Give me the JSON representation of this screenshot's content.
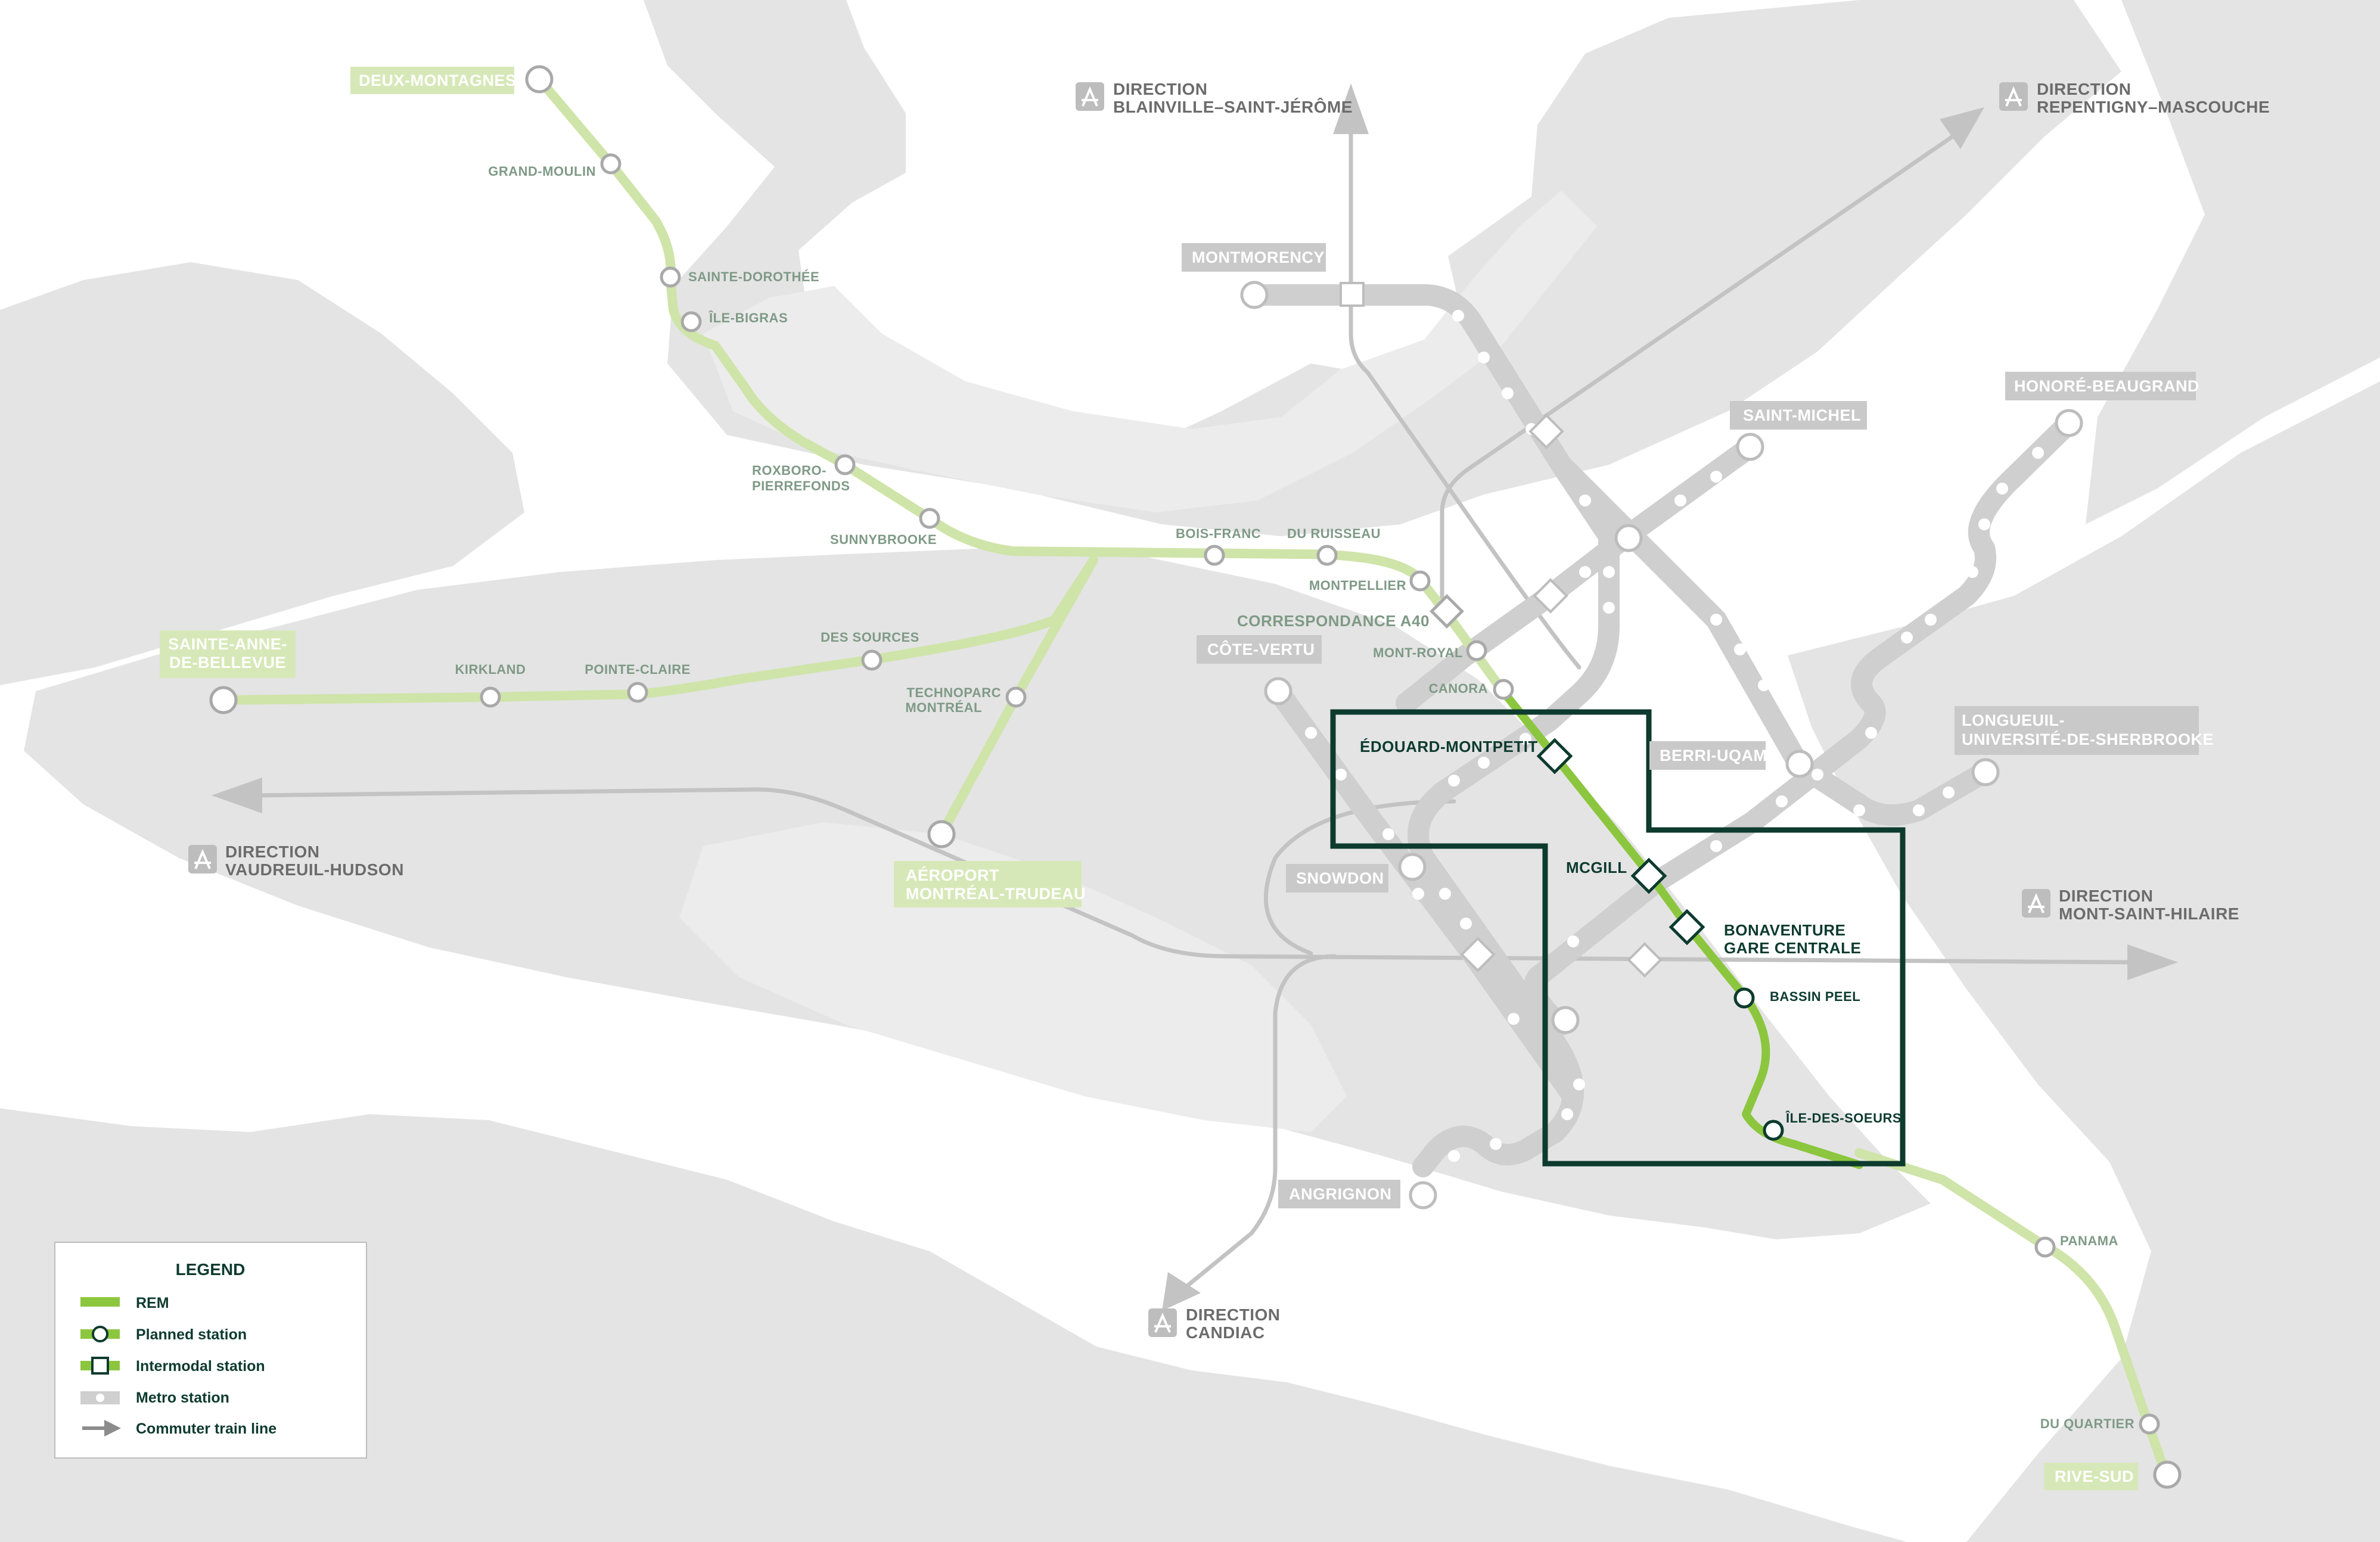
{
  "colors": {
    "land": "#e4e4e4",
    "metro": "#cfcfcf",
    "metro_dot": "#ffffff",
    "commuter": "#c3c3c3",
    "rem_light": "#cfe4a9",
    "rem_bright": "#8cc63f",
    "rem_tag": "#d7e8b8",
    "metro_tag": "#c9c9c9",
    "dark_green": "#0d3b2e",
    "light_label": "#7f9a86"
  },
  "rem_stations": {
    "deux_montagnes": "DEUX-MONTAGNES",
    "grand_moulin": "GRAND-MOULIN",
    "sainte_dorothee": "SAINTE-DOROTHÉE",
    "ile_bigras": "ÎLE-BIGRAS",
    "roxboro_1": "ROXBORO-",
    "roxboro_2": "PIERREFONDS",
    "sunnybrooke": "SUNNYBROOKE",
    "bois_franc": "BOIS-FRANC",
    "du_ruisseau": "DU RUISSEAU",
    "montpellier": "MONTPELLIER",
    "correspondance": "CORRESPONDANCE A40",
    "mont_royal": "MONT-ROYAL",
    "canora": "CANORA",
    "sainte_anne_1": "SAINTE-ANNE-",
    "sainte_anne_2": "DE-BELLEVUE",
    "kirkland": "KIRKLAND",
    "pointe_claire": "POINTE-CLAIRE",
    "des_sources": "DES SOURCES",
    "technoparc_1": "TECHNOPARC",
    "technoparc_2": "MONTRÉAL",
    "aeroport_1": "AÉROPORT",
    "aeroport_2": "MONTRÉAL-TRUDEAU",
    "edouard": "ÉDOUARD-MONTPETIT",
    "mcgill": "MCGILL",
    "bonaventure_1": "BONAVENTURE",
    "bonaventure_2": "GARE CENTRALE",
    "bassin_peel": "BASSIN PEEL",
    "ile_soeurs": "ÎLE-DES-SOEURS",
    "panama": "PANAMA",
    "du_quartier": "DU QUARTIER",
    "rive_sud": "RIVE-SUD"
  },
  "metro_termini": {
    "montmorency": "MONTMORENCY",
    "saint_michel": "SAINT-MICHEL",
    "honore": "HONORÉ-BEAUGRAND",
    "cote_vertu": "CÔTE-VERTU",
    "berri": "BERRI-UQAM",
    "longueuil_1": "LONGUEUIL-",
    "longueuil_2": "UNIVERSITÉ-DE-SHERBROOKE",
    "snowdon": "SNOWDON",
    "angrignon": "ANGRIGNON"
  },
  "directions": {
    "blainville_1": "DIRECTION",
    "blainville_2": "BLAINVILLE–SAINT-JÉRÔME",
    "repentigny_1": "DIRECTION",
    "repentigny_2": "REPENTIGNY–MASCOUCHE",
    "vaudreuil_1": "DIRECTION",
    "vaudreuil_2": "VAUDREUIL-HUDSON",
    "saint_hilaire_1": "DIRECTION",
    "saint_hilaire_2": "MONT-SAINT-HILAIRE",
    "candiac_1": "DIRECTION",
    "candiac_2": "CANDIAC"
  },
  "legend": {
    "title": "LEGEND",
    "items": [
      "REM",
      "Planned station",
      "Intermodal station",
      "Metro station",
      "Commuter train line"
    ]
  }
}
